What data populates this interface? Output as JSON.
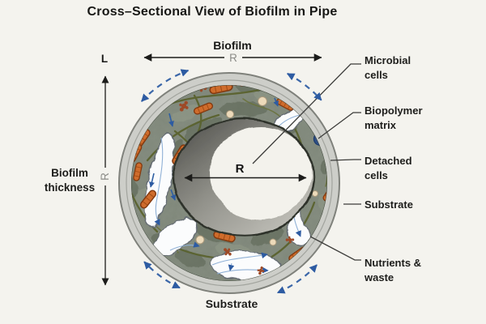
{
  "title": "Cross–Sectional View of Biofilm in Pipe",
  "diagram": {
    "biofilm_span_label": "Biofilm",
    "radius_top_label": "R",
    "pipe_length_label": "L",
    "radius_left_label": "R",
    "radius_center_label": "R",
    "biofilm_thickness_label": "Biofilm thickness",
    "substrate_bottom_label": "Substrate"
  },
  "callouts": [
    {
      "label": "Microbial cells"
    },
    {
      "label": "Biopolymer matrix"
    },
    {
      "label": "Detached cells"
    },
    {
      "label": "Substrate"
    },
    {
      "label": "Nutrients & waste"
    }
  ],
  "legend_colors": {
    "background": "#f4f3ee",
    "pipe_wall_gray": "#cdcec9",
    "biofilm_matrix_green": "#7c8477",
    "microbial_cell_orange": "#cf6c2c",
    "biopolymer_filament_olive": "#5a622f",
    "water_channel_white": "#fbfcfd",
    "detached_cell_beige": "#ecdaba",
    "flow_arrow_blue": "#3a66a8",
    "lumen_light": "#f3f2ec",
    "label_text": "#1d1d1b"
  }
}
